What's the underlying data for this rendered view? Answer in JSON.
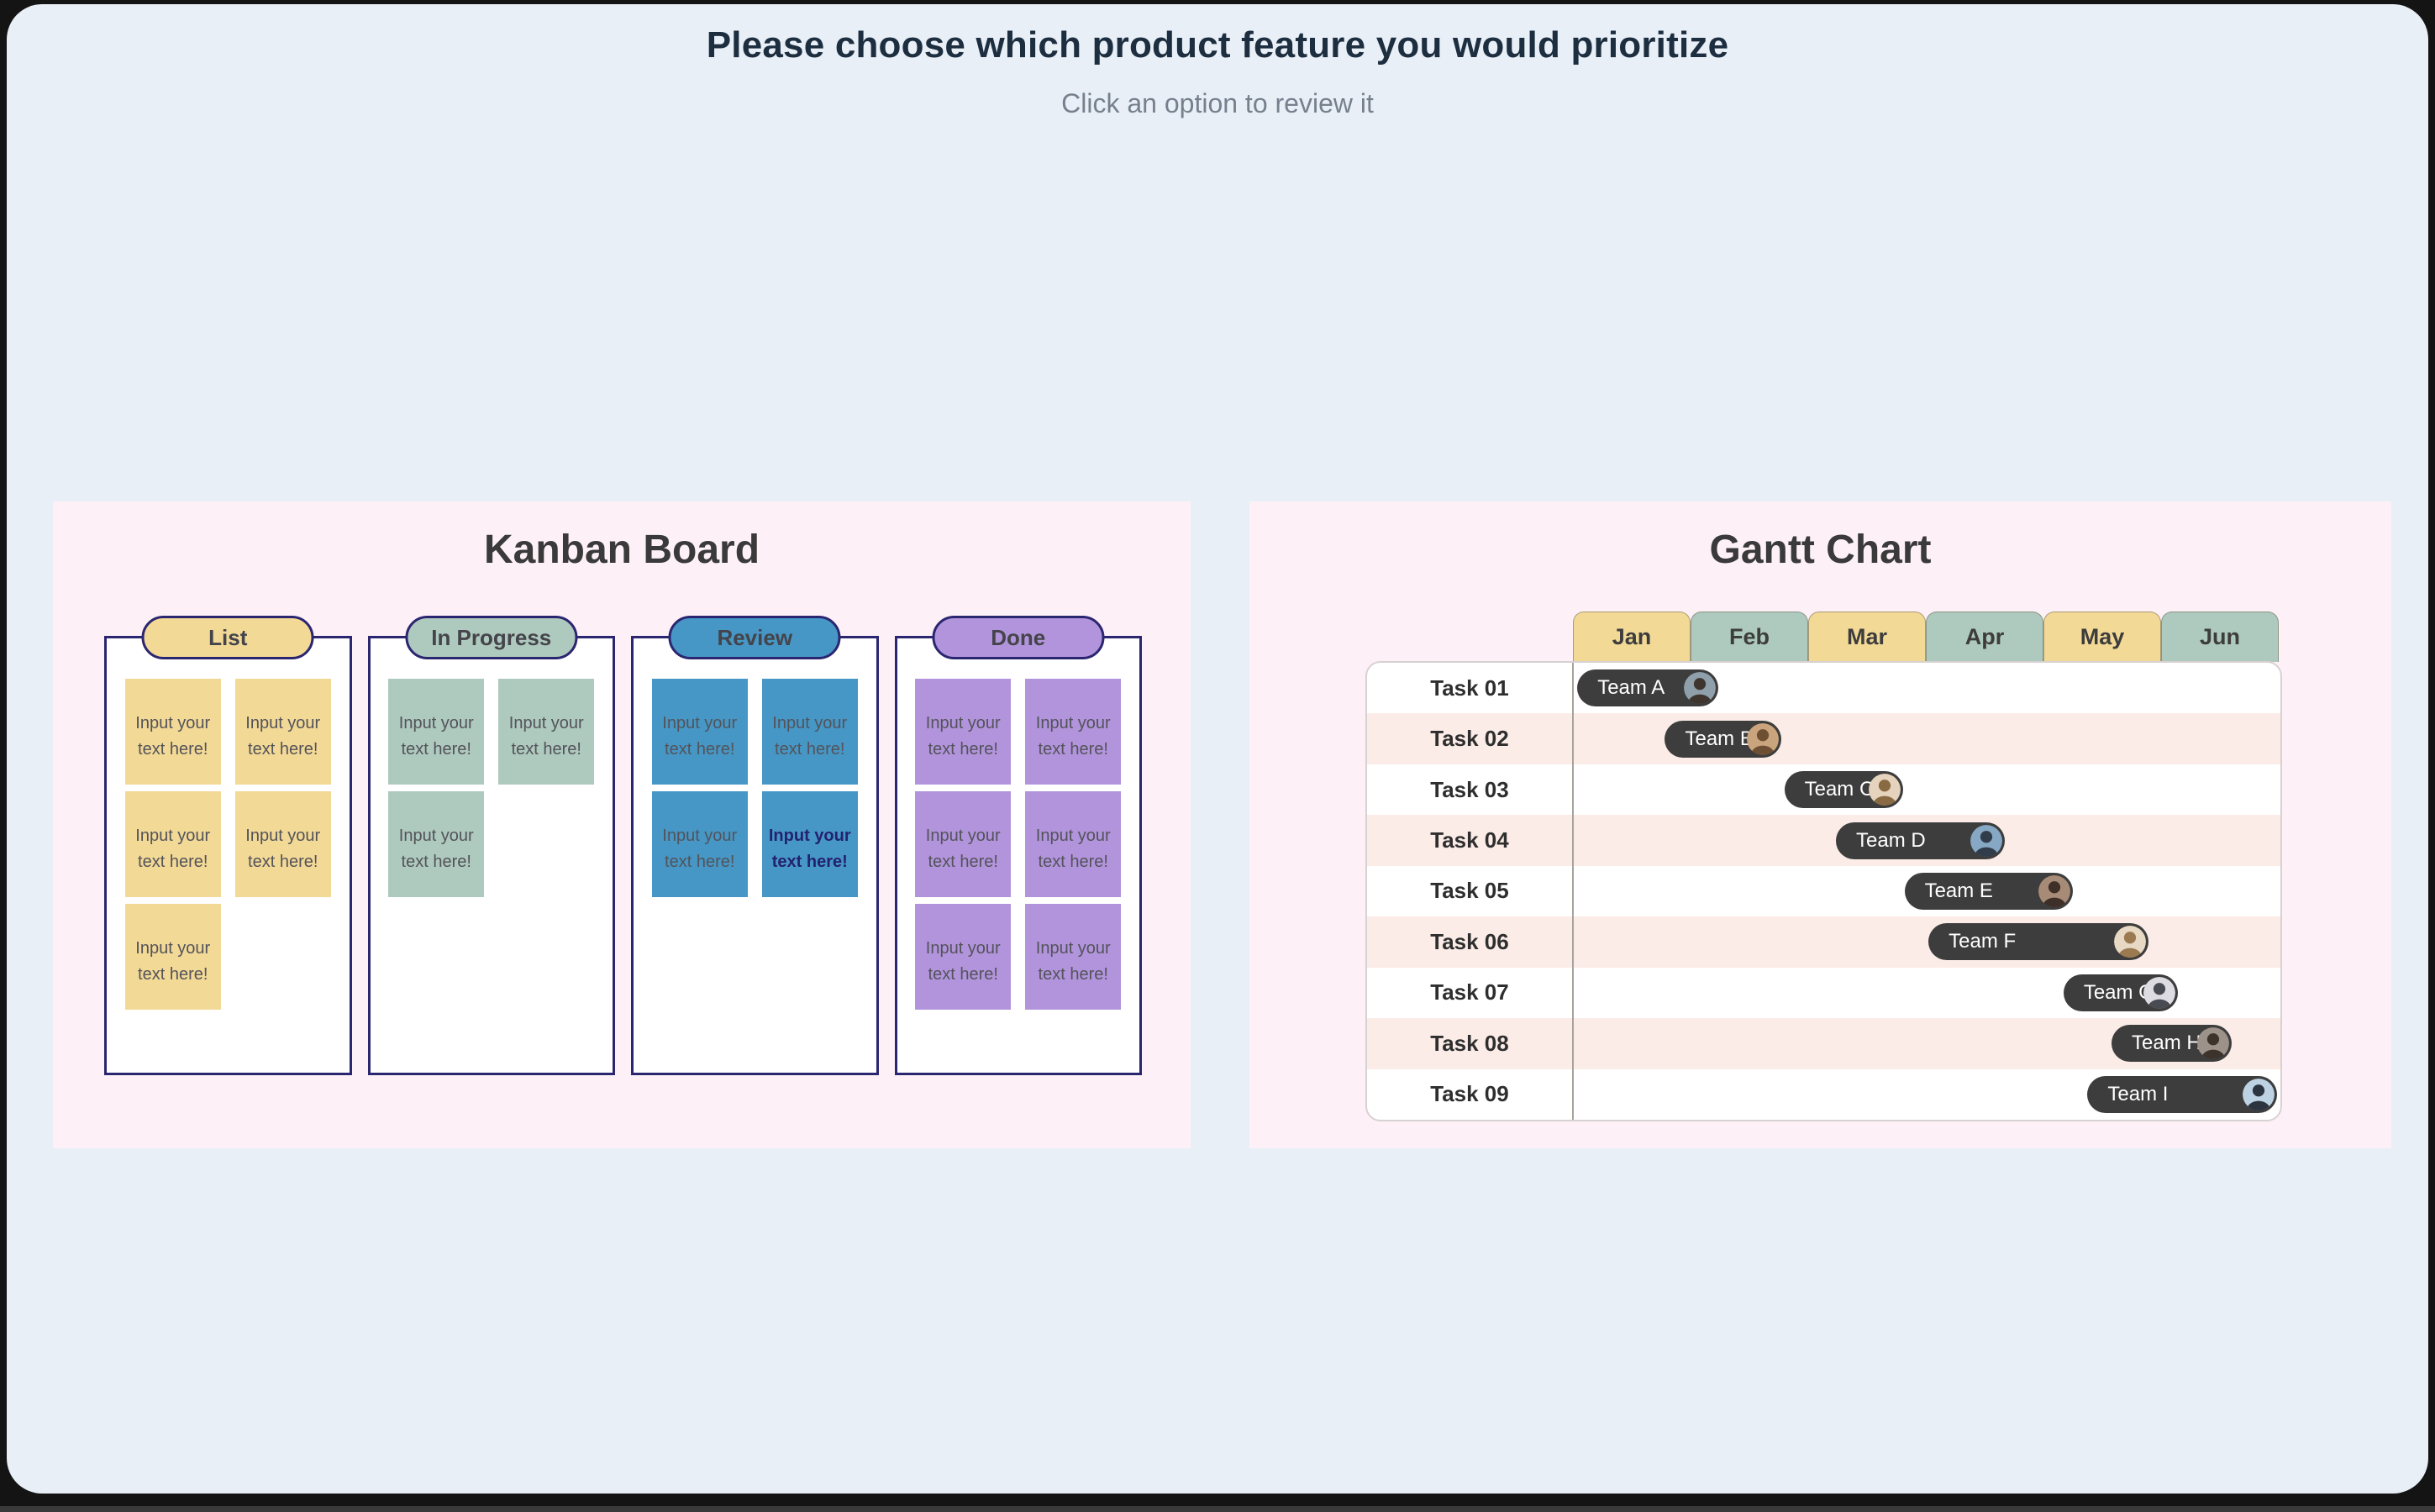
{
  "header": {
    "title": "Please choose which product feature you would prioritize",
    "subtitle": "Click an option to review it",
    "title_color": "#1c2e3f",
    "subtitle_color": "#76818d"
  },
  "colors": {
    "page_bg": "#e9eff7",
    "panel_bg": "#fdf1f7",
    "frame_bg": "#141414",
    "navy_border": "#2b2670",
    "row_alt_bg": "#fbece7",
    "bar_bg": "#3d3d3d",
    "yellow": "#f3d996",
    "sage": "#aec9bd",
    "blue": "#4697c6",
    "purple": "#b294dc"
  },
  "kanban": {
    "title": "Kanban Board",
    "columns": [
      {
        "label": "List",
        "color": "#f3d996",
        "cards": [
          {
            "text": "Input your text here!",
            "highlight": false
          },
          {
            "text": "Input your text here!",
            "highlight": false
          },
          {
            "text": "Input your text here!",
            "highlight": false
          },
          {
            "text": "Input your text here!",
            "highlight": false
          },
          {
            "text": "Input your text here!",
            "highlight": false
          }
        ]
      },
      {
        "label": "In Progress",
        "color": "#aec9bd",
        "cards": [
          {
            "text": "Input your text here!",
            "highlight": false
          },
          {
            "text": "Input your text here!",
            "highlight": false
          },
          {
            "text": "Input your text here!",
            "highlight": false
          }
        ]
      },
      {
        "label": "Review",
        "color": "#4697c6",
        "cards": [
          {
            "text": "Input your text here!",
            "highlight": false
          },
          {
            "text": "Input your text here!",
            "highlight": false
          },
          {
            "text": "Input your text here!",
            "highlight": false
          },
          {
            "text": "Input your text here!",
            "highlight": true
          }
        ]
      },
      {
        "label": "Done",
        "color": "#b294dc",
        "cards": [
          {
            "text": "Input your text here!",
            "highlight": false
          },
          {
            "text": "Input your text here!",
            "highlight": false
          },
          {
            "text": "Input your text here!",
            "highlight": false
          },
          {
            "text": "Input your text here!",
            "highlight": false
          },
          {
            "text": "Input your text here!",
            "highlight": false
          },
          {
            "text": "Input your text here!",
            "highlight": false
          }
        ]
      }
    ]
  },
  "gantt": {
    "title": "Gantt Chart",
    "months": [
      {
        "label": "Jan",
        "color": "#f3d996"
      },
      {
        "label": "Feb",
        "color": "#aec9bd"
      },
      {
        "label": "Mar",
        "color": "#f3d996"
      },
      {
        "label": "Apr",
        "color": "#aec9bd"
      },
      {
        "label": "May",
        "color": "#f3d996"
      },
      {
        "label": "Jun",
        "color": "#aec9bd"
      }
    ],
    "tasks": [
      {
        "label": "Task 01",
        "team": "Team A",
        "left_pct": 0.5,
        "width_pct": 19.9,
        "avatar_bg": "#8fa0ab",
        "avatar_fg": "#3e352e"
      },
      {
        "label": "Task 02",
        "team": "Team B",
        "left_pct": 12.9,
        "width_pct": 16.5,
        "avatar_bg": "#caa47c",
        "avatar_fg": "#6e4f33"
      },
      {
        "label": "Task 03",
        "team": "Team C",
        "left_pct": 29.8,
        "width_pct": 16.8,
        "avatar_bg": "#e6d3bd",
        "avatar_fg": "#8a6a43"
      },
      {
        "label": "Task 04",
        "team": "Team D",
        "left_pct": 37.1,
        "width_pct": 23.9,
        "avatar_bg": "#86a8c4",
        "avatar_fg": "#313c4a"
      },
      {
        "label": "Task 05",
        "team": "Team E",
        "left_pct": 46.8,
        "width_pct": 23.8,
        "avatar_bg": "#a78b77",
        "avatar_fg": "#3e2f28"
      },
      {
        "label": "Task 06",
        "team": "Team F",
        "left_pct": 50.2,
        "width_pct": 31.1,
        "avatar_bg": "#e8d9c4",
        "avatar_fg": "#9b7a52"
      },
      {
        "label": "Task 07",
        "team": "Team G",
        "left_pct": 69.3,
        "width_pct": 16.2,
        "avatar_bg": "#dcdce2",
        "avatar_fg": "#4a4a52"
      },
      {
        "label": "Task 08",
        "team": "Team H",
        "left_pct": 76.1,
        "width_pct": 17.0,
        "avatar_bg": "#9d9289",
        "avatar_fg": "#3c332c"
      },
      {
        "label": "Task 09",
        "team": "Team I",
        "left_pct": 72.7,
        "width_pct": 26.8,
        "avatar_bg": "#bdd2e2",
        "avatar_fg": "#2c3440"
      }
    ]
  }
}
